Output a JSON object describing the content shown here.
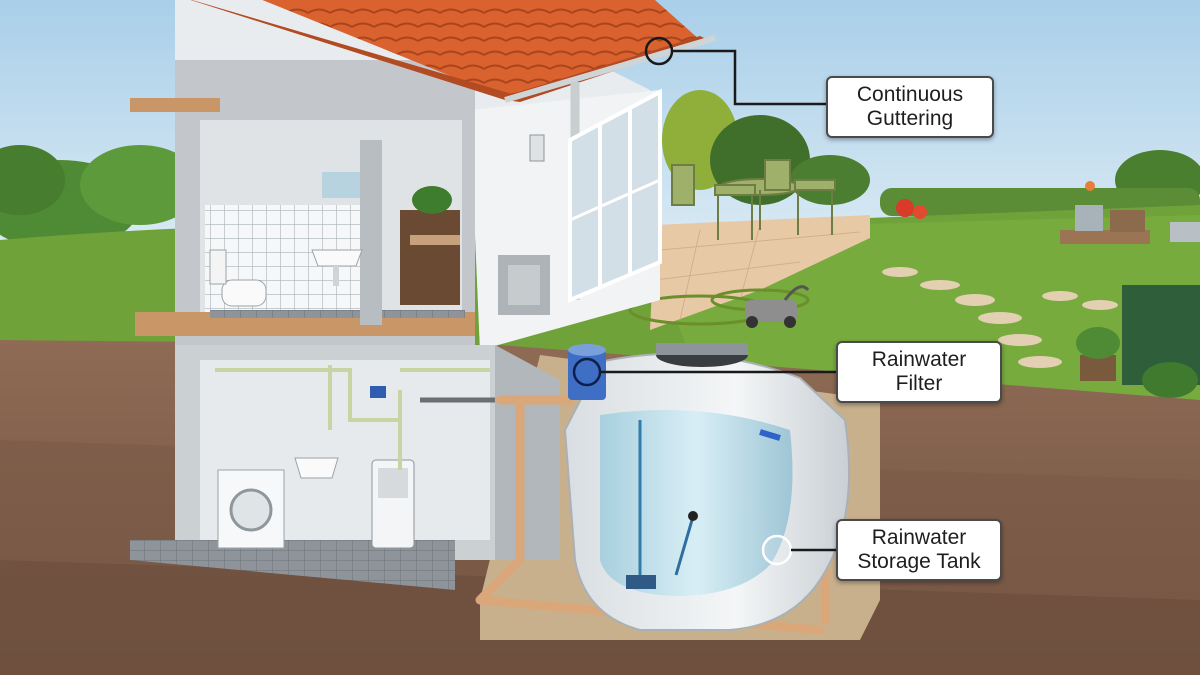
{
  "callouts": {
    "gutter": {
      "line1": "Continuous",
      "line2": "Guttering"
    },
    "filter": {
      "line1": "Rainwater",
      "line2": "Filter"
    },
    "tank": {
      "line1": "Rainwater",
      "line2": "Storage Tank"
    }
  },
  "colors": {
    "sky": "#bcd8ec",
    "roof": "#d9622f",
    "lawn": "#6fa33a",
    "soil": "#8c6a55",
    "pipe": "#d9a77a",
    "tank_water": "#c7e4ee",
    "callout_border": "#4a4a4a"
  }
}
